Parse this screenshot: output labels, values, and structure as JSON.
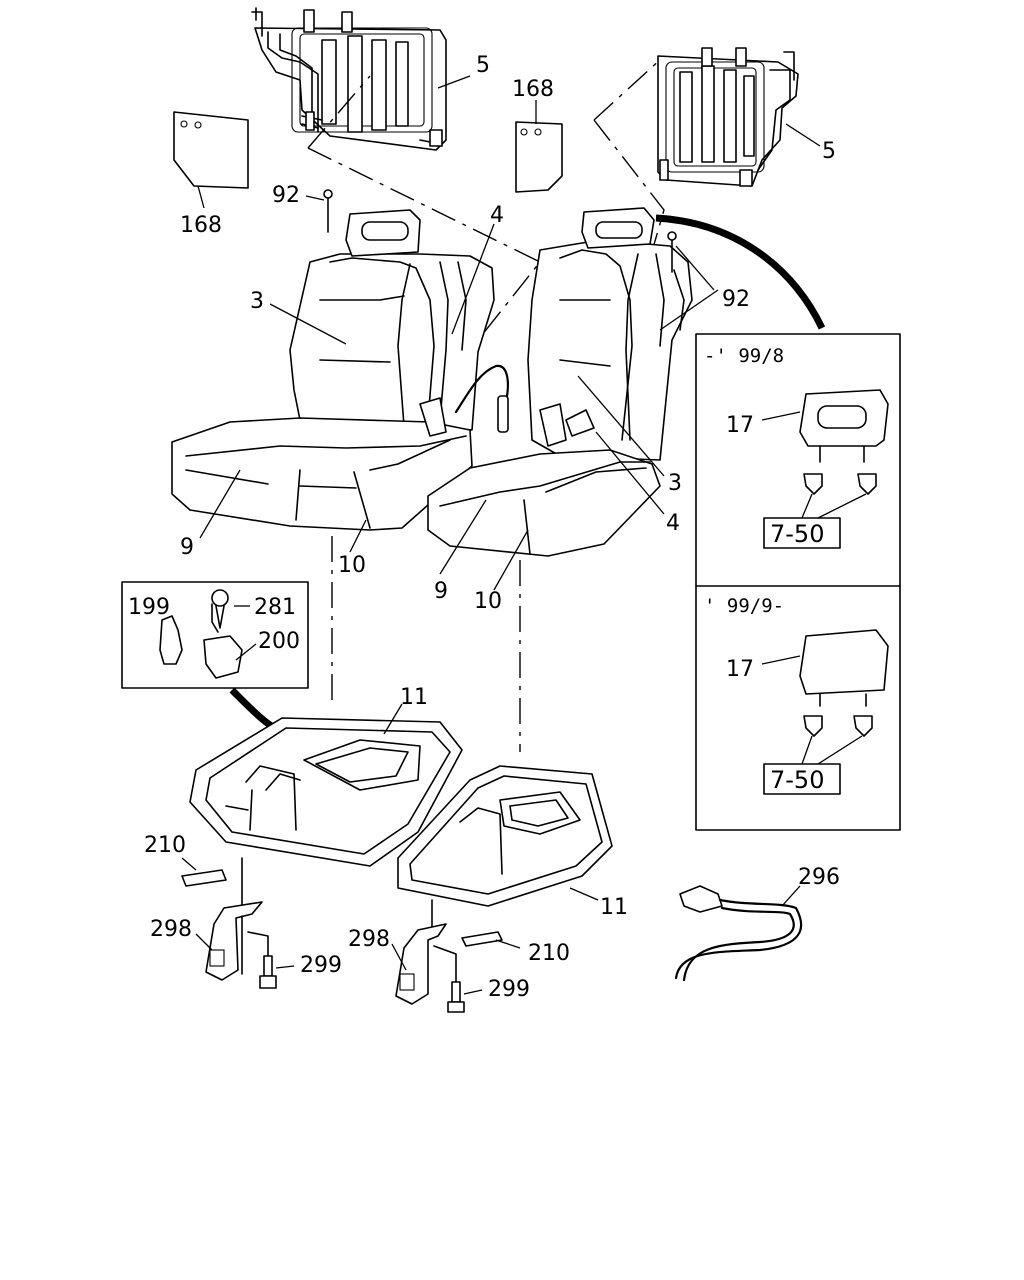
{
  "diagram": {
    "labels": {
      "p5_top": "5",
      "p5_right": "5",
      "p168_left": "168",
      "p168_mid": "168",
      "p92_left": "92",
      "p92_right": "92",
      "p4_left": "4",
      "p4_right": "4",
      "p3_left": "3",
      "p3_right": "3",
      "p9_left": "9",
      "p9_right": "9",
      "p10_left": "10",
      "p10_right": "10",
      "p11_left": "11",
      "p11_right": "11",
      "p199": "199",
      "p281": "281",
      "p200": "200",
      "p210_left": "210",
      "p210_right": "210",
      "p298_left": "298",
      "p298_right": "298",
      "p299_left": "299",
      "p299_right": "299",
      "p296": "296"
    },
    "inset_top": {
      "caption": "-' 99/8",
      "part_label": "17",
      "ref_box": "7-50"
    },
    "inset_bottom": {
      "caption": "' 99/9-",
      "part_label": "17",
      "ref_box": "7-50"
    }
  }
}
